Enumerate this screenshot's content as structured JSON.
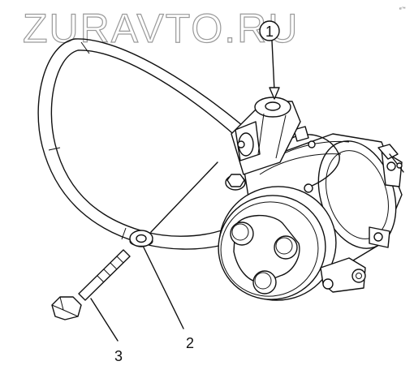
{
  "watermark": {
    "text": "ZURAVTO.RU"
  },
  "corner_mark": "e™",
  "callouts": [
    {
      "label": "1"
    },
    {
      "label": "2"
    },
    {
      "label": "3"
    }
  ],
  "colors": {
    "line": "#111111",
    "watermark_outline": "#9a9a9a",
    "background": "#ffffff"
  }
}
